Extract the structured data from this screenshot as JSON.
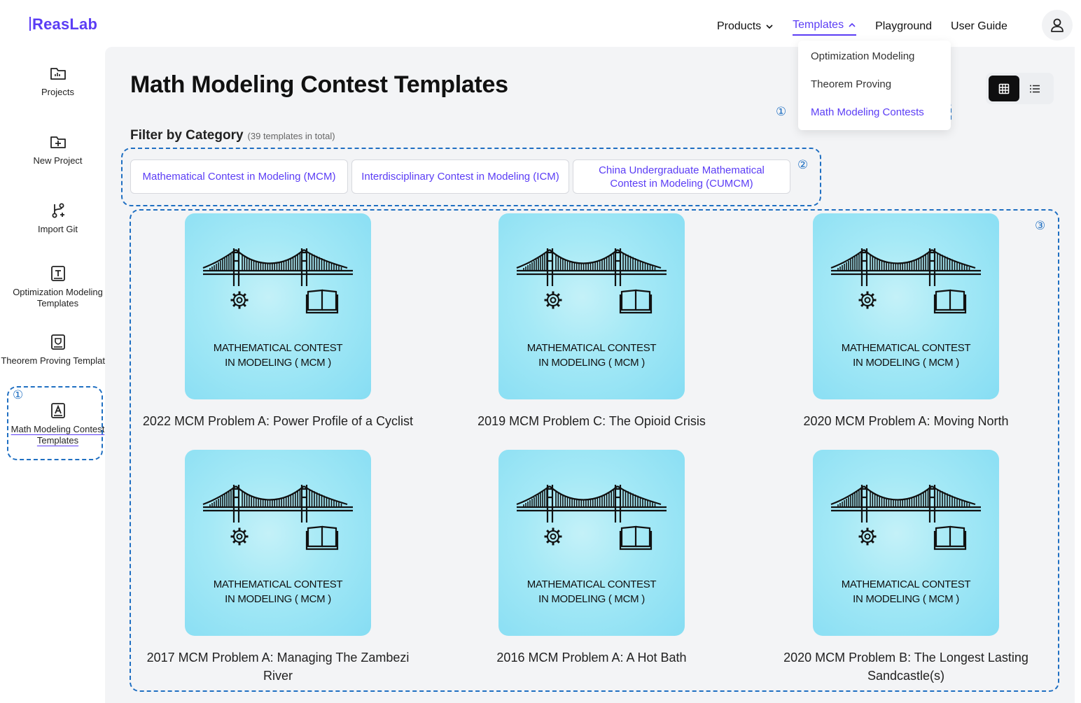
{
  "brand": {
    "name": "ReasLab"
  },
  "topnav": {
    "items": [
      {
        "label": "Products",
        "has_chevron": true,
        "chevron": "down"
      },
      {
        "label": "Templates",
        "has_chevron": true,
        "chevron": "up",
        "active": true
      },
      {
        "label": "Playground"
      },
      {
        "label": "User Guide"
      }
    ],
    "avatar_icon": "user-icon"
  },
  "templates_menu": {
    "items": [
      "Optimization Modeling",
      "Theorem Proving",
      "Math Modeling Contests"
    ],
    "selected": "Math Modeling Contests"
  },
  "sidebar": {
    "items": [
      {
        "label": "Projects",
        "icon": "folder-icon"
      },
      {
        "label": "New Project",
        "icon": "folder-plus-icon"
      },
      {
        "label": "Import Git",
        "icon": "git-branch-icon"
      },
      {
        "label": "Optimization Modeling Templates",
        "icon": "template-t-icon"
      },
      {
        "label": "Theorem Proving Templates",
        "icon": "template-shield-icon"
      },
      {
        "label": "Math Modeling Contest Templates",
        "icon": "template-a-icon",
        "active": true
      }
    ]
  },
  "main": {
    "title": "Math Modeling Contest Templates",
    "filter_label": "Filter by Category",
    "filter_count": "(39 templates in total)",
    "view_modes": [
      "grid-icon",
      "list-icon"
    ],
    "active_view": "grid-icon"
  },
  "categories": [
    "Mathematical Contest in Modeling (MCM)",
    "Interdisciplinary Contest in Modeling (ICM)",
    "China Undergraduate Mathematical Contest in Modeling (CUMCM)"
  ],
  "cards": [
    {
      "thumb_line1": "MATHEMATICAL CONTEST",
      "thumb_line2": "IN MODELING ( MCM )",
      "title": "2022 MCM Problem A: Power Profile of a Cyclist"
    },
    {
      "thumb_line1": "MATHEMATICAL CONTEST",
      "thumb_line2": "IN MODELING ( MCM )",
      "title": "2019 MCM Problem C: The Opioid Crisis"
    },
    {
      "thumb_line1": "MATHEMATICAL CONTEST",
      "thumb_line2": "IN MODELING ( MCM )",
      "title": "2020 MCM Problem A: Moving North"
    },
    {
      "thumb_line1": "MATHEMATICAL CONTEST",
      "thumb_line2": "IN MODELING ( MCM )",
      "title": "2017 MCM Problem A: Managing The Zambezi River"
    },
    {
      "thumb_line1": "MATHEMATICAL CONTEST",
      "thumb_line2": "IN MODELING ( MCM )",
      "title": "2016 MCM Problem A: A Hot Bath"
    },
    {
      "thumb_line1": "MATHEMATICAL CONTEST",
      "thumb_line2": "IN MODELING ( MCM )",
      "title": "2020 MCM Problem B: The Longest Lasting Sandcastle(s)"
    }
  ],
  "annotations": {
    "marker_1": "①",
    "marker_2": "②",
    "marker_3": "③"
  },
  "colors": {
    "accent": "#5b3df5",
    "annotation": "#1f6fc2",
    "thumb": "#a5e9f6",
    "panel_bg": "#f3f4f6"
  }
}
